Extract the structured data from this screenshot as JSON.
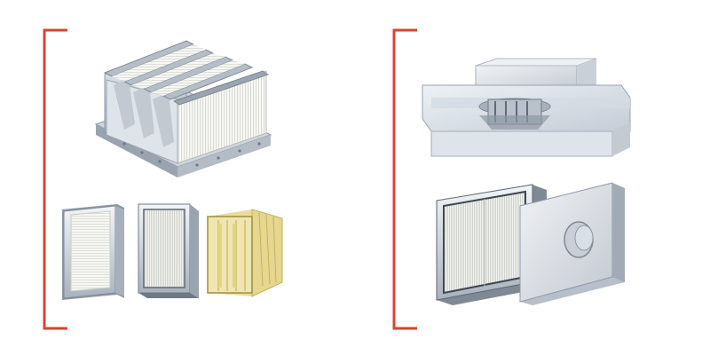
{
  "colors": {
    "bracket": "#d9432f",
    "metal_light": "#e9edf2",
    "metal_mid": "#b7bfca",
    "metal_dark": "#7f8996",
    "media_white": "#f7f7f3",
    "media_pleat": "#d9dbd6",
    "bag_yellow": "#eee2a5",
    "bag_frame": "#c6b255",
    "glass": "#d6dde6"
  },
  "groups": [
    {
      "id": "left",
      "items": [
        {
          "id": "v-bank-filter",
          "icon": "v-bank-filter-icon"
        },
        {
          "id": "panel-filter",
          "icon": "panel-filter-icon"
        },
        {
          "id": "box-hepa-filter",
          "icon": "box-hepa-filter-icon"
        },
        {
          "id": "bag-filter",
          "icon": "bag-filter-icon"
        }
      ]
    },
    {
      "id": "right",
      "items": [
        {
          "id": "fan-filter-unit",
          "icon": "fan-filter-unit-icon"
        },
        {
          "id": "hepa-housing",
          "icon": "hepa-housing-icon"
        }
      ]
    }
  ]
}
